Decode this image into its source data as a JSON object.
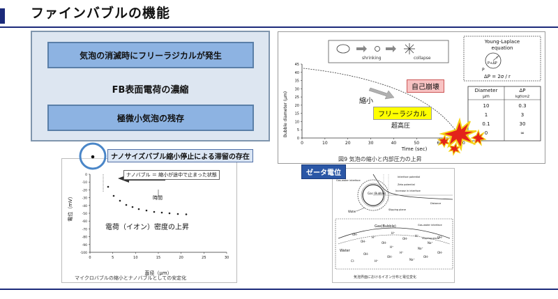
{
  "title": "ファインバブルの機能",
  "summary": {
    "item1": "気泡の消滅時にフリーラジカルが発生",
    "item2": "FB表面電荷の濃縮",
    "item3": "極微小気泡の残存"
  },
  "fig_collapse": {
    "shrinking": "shrinking",
    "collapse": "collapse",
    "self_collapse": "自己崩壊",
    "shrink": "縮小",
    "free_radical": "フリーラジカル",
    "high_pressure": "超高圧",
    "xlabel": "Time (sec)",
    "ylabel": "Bubble diameter (μm)",
    "x_ticks": [
      "0",
      "10",
      "20",
      "30",
      "40",
      "50",
      "60",
      "70"
    ],
    "y_ticks": [
      "0",
      "5",
      "10",
      "15",
      "20",
      "25",
      "30",
      "35",
      "40",
      "45"
    ],
    "young_title": "Young-Laplace",
    "young_sub": "equation",
    "young_eq": "ΔP = 2σ / r",
    "young_p": "P",
    "young_r": "r",
    "young_inner": "P+ΔP",
    "table_h1": "Diameter",
    "table_h1u": "μm",
    "table_h2": "ΔP",
    "table_h2u": "kgf/cm2",
    "table_rows": [
      [
        "10",
        "0.3"
      ],
      [
        "1",
        "3"
      ],
      [
        "0.1",
        "30"
      ],
      [
        "0",
        "∞"
      ]
    ],
    "caption": "図9 気泡の縮小と内部圧力の上昇"
  },
  "fig_nano": {
    "callout": "ナノサイズバブル縮小停止による滞留の存在",
    "nanobubble_label": "ナノバブル ＝ 縮小が途中で止まった状態",
    "time_label": "時間",
    "density_label": "電荷（イオン）密度の上昇",
    "xlabel": "直径（μm）",
    "ylabel": "電位（mV）",
    "x_ticks": [
      "0",
      "5",
      "10",
      "15",
      "20",
      "25",
      "30"
    ],
    "y_ticks": [
      "0",
      "-10",
      "-20",
      "-30",
      "-40",
      "-50",
      "-60",
      "-70",
      "-80",
      "-90",
      "-100"
    ],
    "caption": "マイクロバブルの縮小とナノバブルとしての安定化"
  },
  "fig_zeta": {
    "tag": "ゼータ電位",
    "l_interface_potential": "Interface potential",
    "l_zeta": "Zeta potential",
    "l_bubble": "Gas (Bubble)",
    "l_gas_water": "Gas-water interface",
    "l_slipping": "Slipping plane",
    "l_water": "Water",
    "l_distance": "Distance",
    "l_increase": "Increase in interface",
    "ions_gas": "Gas(Bubble)",
    "ions_interface": "Gas-water interface",
    "ions_slipping": "Slipping plane",
    "ions_water": "Water",
    "caption": "気泡界面におけるイオン分布と電位変化"
  }
}
